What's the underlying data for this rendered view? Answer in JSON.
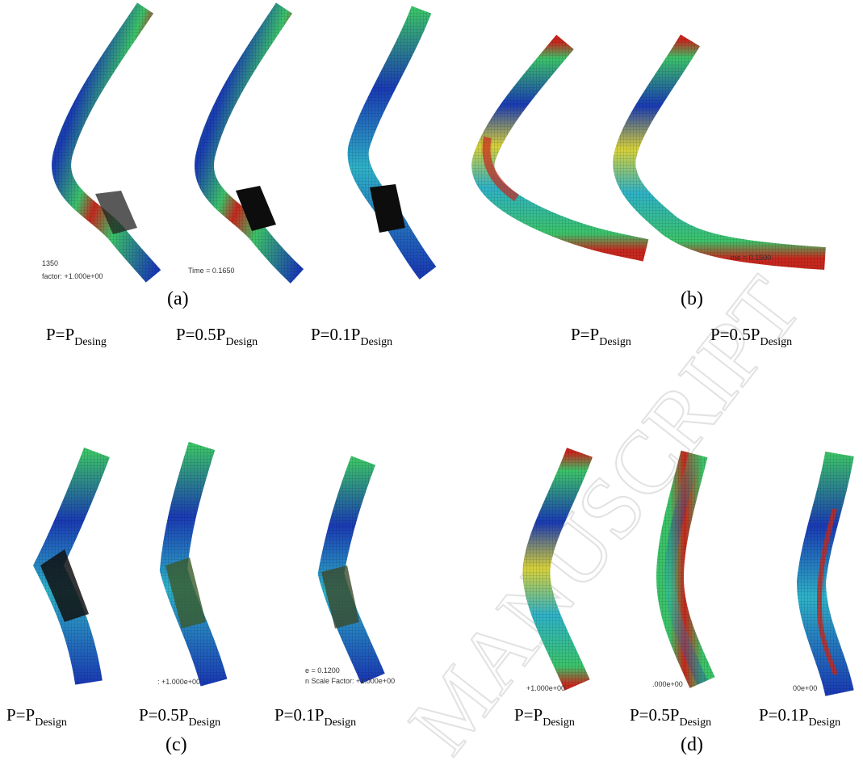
{
  "watermark": {
    "text": "MANUSCRIPT",
    "style": "faint outline diagonal"
  },
  "panels": [
    {
      "id": "a",
      "caption": "(a)",
      "labels": [
        {
          "main": "P=P",
          "sub": "Desing"
        },
        {
          "main": "P=0.5P",
          "sub": "Design"
        },
        {
          "main": "P=0.1P",
          "sub": "Design"
        }
      ],
      "plot_texts": [
        "1350",
        "factor: +1.000e+00",
        "Time =  0.1650"
      ]
    },
    {
      "id": "b",
      "caption": "(b)",
      "labels": [
        {
          "main": "P=P",
          "sub": "Design"
        },
        {
          "main": "P=0.5P",
          "sub": "Design"
        }
      ],
      "plot_texts": [
        "me =  0.1500"
      ]
    },
    {
      "id": "c",
      "caption": "(c)",
      "labels": [
        {
          "main": "P=P",
          "sub": "Design"
        },
        {
          "main": "P=0.5P",
          "sub": "Design"
        },
        {
          "main": "P=0.1P",
          "sub": "Design"
        }
      ],
      "plot_texts": [
        ": +1.000e+00",
        "e =  0.1200",
        "n Scale Factor: +1.000e+00"
      ]
    },
    {
      "id": "d",
      "caption": "(d)",
      "labels": [
        {
          "main": "P=P",
          "sub": "Design"
        },
        {
          "main": "P=0.5P",
          "sub": "Design"
        },
        {
          "main": "P=0.1P",
          "sub": "Design"
        }
      ],
      "plot_texts": [
        "+1.000e+00",
        ".000e+00",
        "00e+00"
      ]
    }
  ],
  "colors": {
    "low": "#1a3bb5",
    "mid_low": "#2fb3c9",
    "mid": "#3cc46a",
    "mid_high": "#d8d23a",
    "high": "#c8281e",
    "dark_zone": "#111111"
  }
}
